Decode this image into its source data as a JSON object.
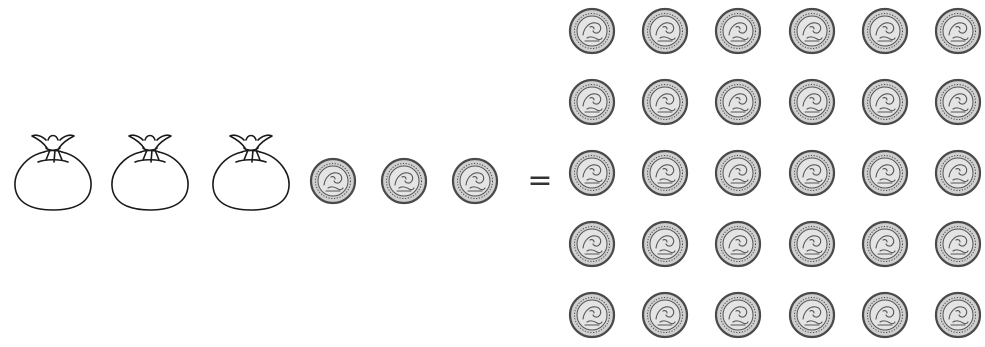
{
  "puzzle": {
    "left_side": {
      "bags": 3,
      "coins": 3,
      "bag_icon": "money-bag-icon",
      "coin_icon": "coin-icon"
    },
    "operator": "=",
    "right_side": {
      "coins": 30,
      "rows": 5,
      "columns": 6,
      "coin_icon": "coin-icon"
    }
  },
  "colors": {
    "line": "#1a1a1a",
    "coin_face": "#d0d0d0",
    "coin_rim": "#4a4a4a",
    "coin_detail": "#555555"
  }
}
